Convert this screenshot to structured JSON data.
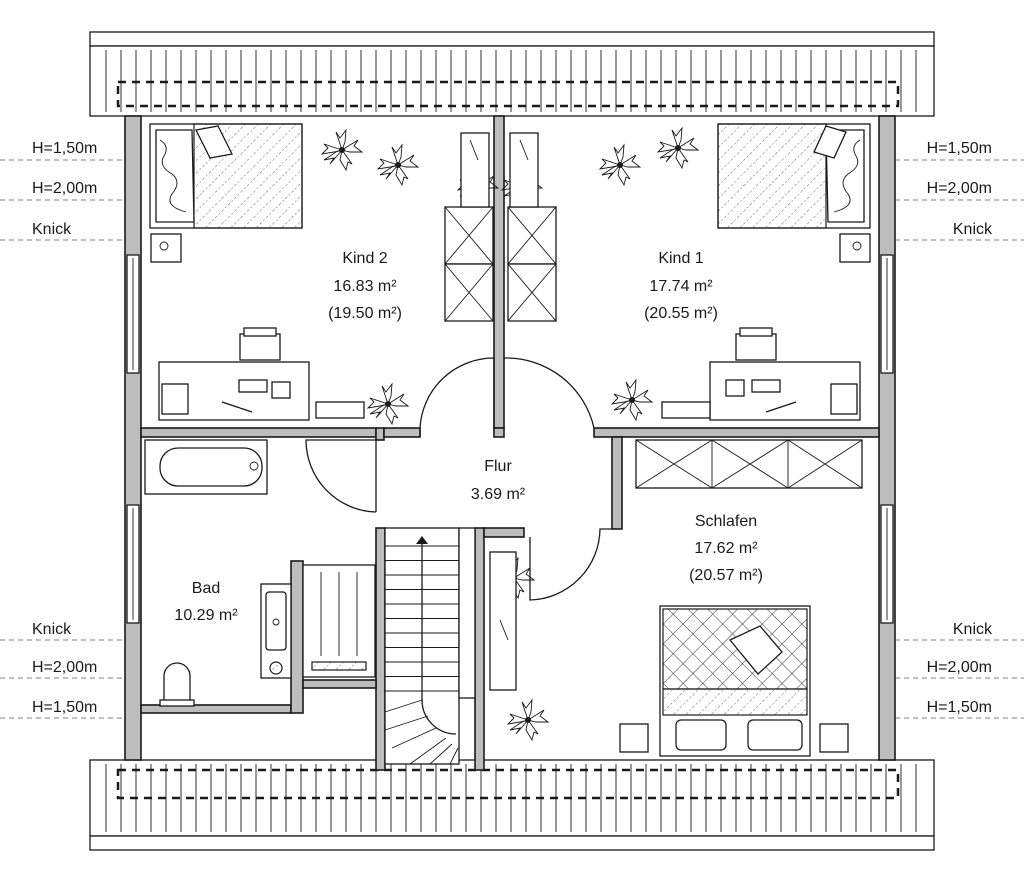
{
  "rooms": {
    "kind2": {
      "name": "Kind 2",
      "area": "16.83 m²",
      "area_gross": "(19.50 m²)"
    },
    "kind1": {
      "name": "Kind 1",
      "area": "17.74 m²",
      "area_gross": "(20.55 m²)"
    },
    "flur": {
      "name": "Flur",
      "area": "3.69 m²"
    },
    "schlafen": {
      "name": "Schlafen",
      "area": "17.62 m²",
      "area_gross": "(20.57 m²)"
    },
    "bad": {
      "name": "Bad",
      "area": "10.29 m²"
    }
  },
  "markers": {
    "top": [
      "H=1,50m",
      "H=2,00m",
      "Knick"
    ],
    "bottom": [
      "Knick",
      "H=2,00m",
      "H=1,50m"
    ]
  },
  "icons": [
    "bed-icon",
    "plant-icon",
    "desk-icon",
    "chair-icon",
    "wardrobe-icon",
    "bathtub-icon",
    "toilet-icon",
    "sink-icon",
    "stairs-icon",
    "door-swing-icon"
  ]
}
